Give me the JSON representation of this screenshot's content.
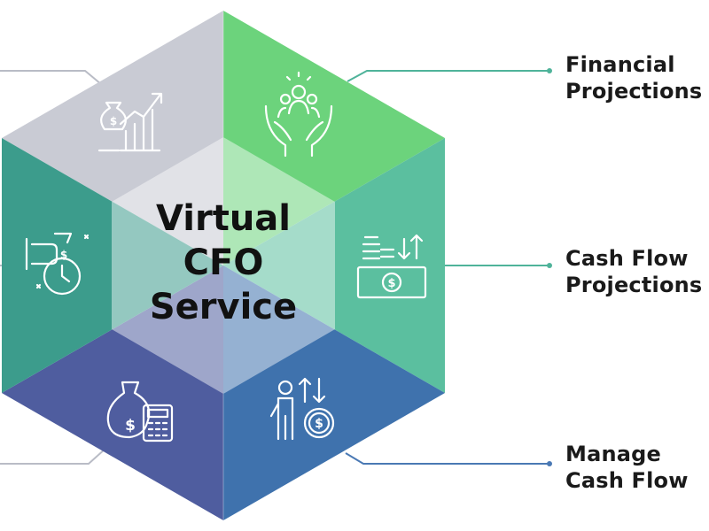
{
  "center": {
    "line1": "Virtual",
    "line2": "CFO",
    "line3": "Service"
  },
  "labels": [
    {
      "line1": "Financial",
      "line2": "Projections"
    },
    {
      "line1": "Cash Flow",
      "line2": "Projections"
    },
    {
      "line1": "Manage",
      "line2": "Cash Flow"
    }
  ],
  "colors": {
    "top_left": "#c9cbd4",
    "top_right": "#6cd37c",
    "right": "#5bbf9f",
    "bottom_right": "#3f72ad",
    "bottom_left": "#4f5d9f",
    "left": "#3c9c8c",
    "connector": "#4fb39a",
    "connector_grey": "#b9bcc6"
  },
  "icons": {
    "top_left": "money-growth-chart-icon",
    "top_right": "hands-holding-team-icon",
    "right": "coins-banknote-icon",
    "bottom_right": "person-dollar-coin-icon",
    "bottom_left": "moneybag-calculator-icon",
    "left": "hand-moneybag-clock-icon"
  }
}
